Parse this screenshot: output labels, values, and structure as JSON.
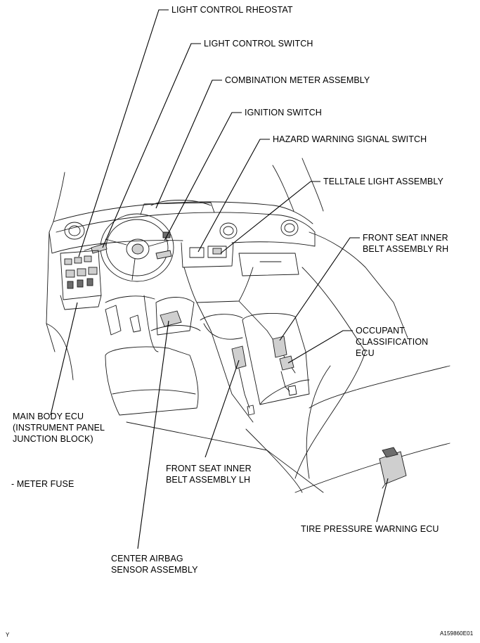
{
  "labels": {
    "light_control_rheostat": "LIGHT CONTROL RHEOSTAT",
    "light_control_switch": "LIGHT CONTROL SWITCH",
    "combination_meter_assembly": "COMBINATION METER ASSEMBLY",
    "ignition_switch": "IGNITION SWITCH",
    "hazard_warning_signal_switch": "HAZARD WARNING SIGNAL SWITCH",
    "telltale_light_assembly": "TELLTALE LIGHT ASSEMBLY",
    "front_seat_inner_belt_rh_line1": "FRONT SEAT INNER",
    "front_seat_inner_belt_rh_line2": "BELT ASSEMBLY RH",
    "occupant_classification_line1": "OCCUPANT",
    "occupant_classification_line2": "CLASSIFICATION",
    "occupant_classification_line3": "ECU",
    "main_body_ecu_line1": "MAIN BODY ECU",
    "main_body_ecu_line2": "(INSTRUMENT PANEL",
    "main_body_ecu_line3": "JUNCTION BLOCK)",
    "meter_fuse": "- METER FUSE",
    "front_seat_inner_belt_lh_line1": "FRONT SEAT INNER",
    "front_seat_inner_belt_lh_line2": "BELT ASSEMBLY LH",
    "tire_pressure_warning_ecu": "TIRE PRESSURE WARNING ECU",
    "center_airbag_line1": "CENTER AIRBAG",
    "center_airbag_line2": "SENSOR ASSEMBLY",
    "corner_left": "Y",
    "figure_code": "A159860E01"
  }
}
